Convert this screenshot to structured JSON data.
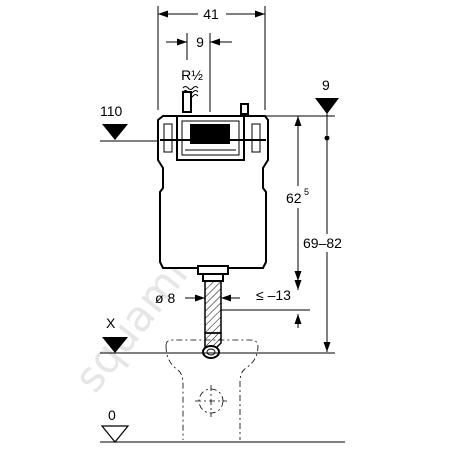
{
  "dimensions": {
    "total_width": "41",
    "pipe_offset": "9",
    "water_connection": "R½",
    "top_height": "110",
    "top_right_offset": "9",
    "cistern_height": "62",
    "cistern_height_sup": "5",
    "overall_height": "69–82",
    "pipe_diameter": "ø 8",
    "pipe_projection": "≤ –13",
    "level_x": "X",
    "floor_level": "0"
  },
  "watermark": "squamit.ru"
}
